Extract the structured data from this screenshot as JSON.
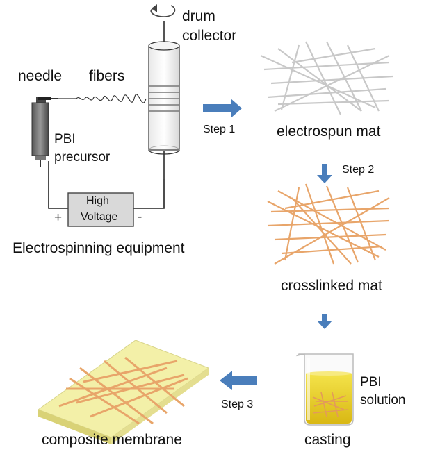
{
  "labels": {
    "drum_collector": [
      "drum",
      "collector"
    ],
    "needle": "needle",
    "fibers": "fibers",
    "pbi_precursor": [
      "PBI",
      "precursor"
    ],
    "high_voltage": [
      "High",
      "Voltage"
    ],
    "plus": "+",
    "minus": "-",
    "equipment": "Electrospinning equipment",
    "step1": "Step 1",
    "step2": "Step 2",
    "step3": "Step 3",
    "electrospun_mat": "electrospun mat",
    "crosslinked_mat": "crosslinked mat",
    "pbi_solution": [
      "PBI",
      "solution"
    ],
    "casting": "casting",
    "composite_membrane": "composite membrane"
  },
  "colors": {
    "arrow": "#4a7ebb",
    "fiber_gray": "#c8c8c8",
    "fiber_orange": "#e8a56a",
    "membrane_yellow": "#f3f0a8",
    "solution_yellow": "#e8d21a",
    "box_gray": "#d9d9d9"
  }
}
